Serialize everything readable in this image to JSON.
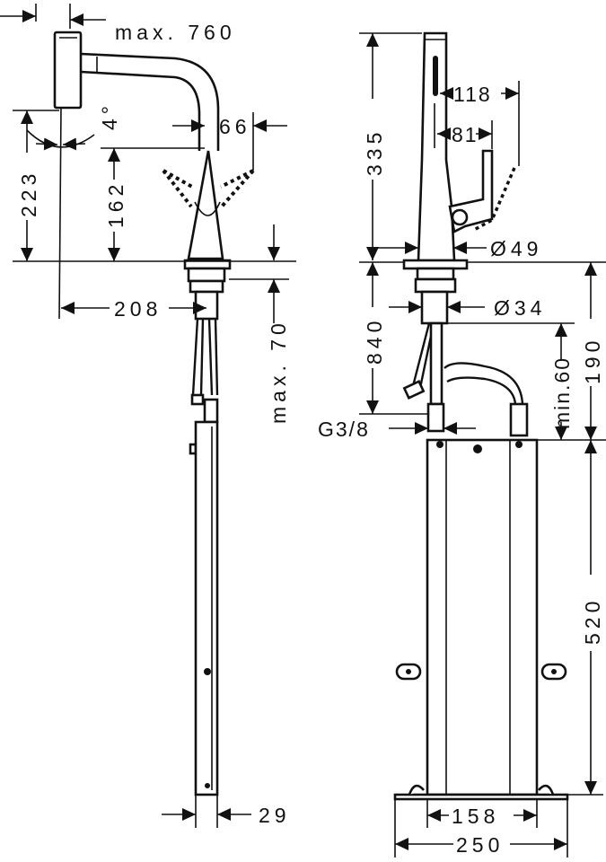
{
  "title": "Kitchen mixer dimension drawing",
  "side_view": {
    "max_reach": "max. 760",
    "angle": "4°",
    "lever_width": "66",
    "spout_height": "223",
    "lever_height": "162",
    "projection": "208",
    "max_thickness": "max. 70",
    "tube_width": "29"
  },
  "front_view": {
    "height": "335",
    "lever_reach_open": "118",
    "lever_reach": "81",
    "body_diameter": "Ø49",
    "hose_length": "840",
    "shank_diameter": "Ø34",
    "connection_thread": "G3/8",
    "min_clearance": "min.60",
    "box_clearance": "190",
    "box_height": "520",
    "box_width": "158",
    "base_width": "250"
  }
}
